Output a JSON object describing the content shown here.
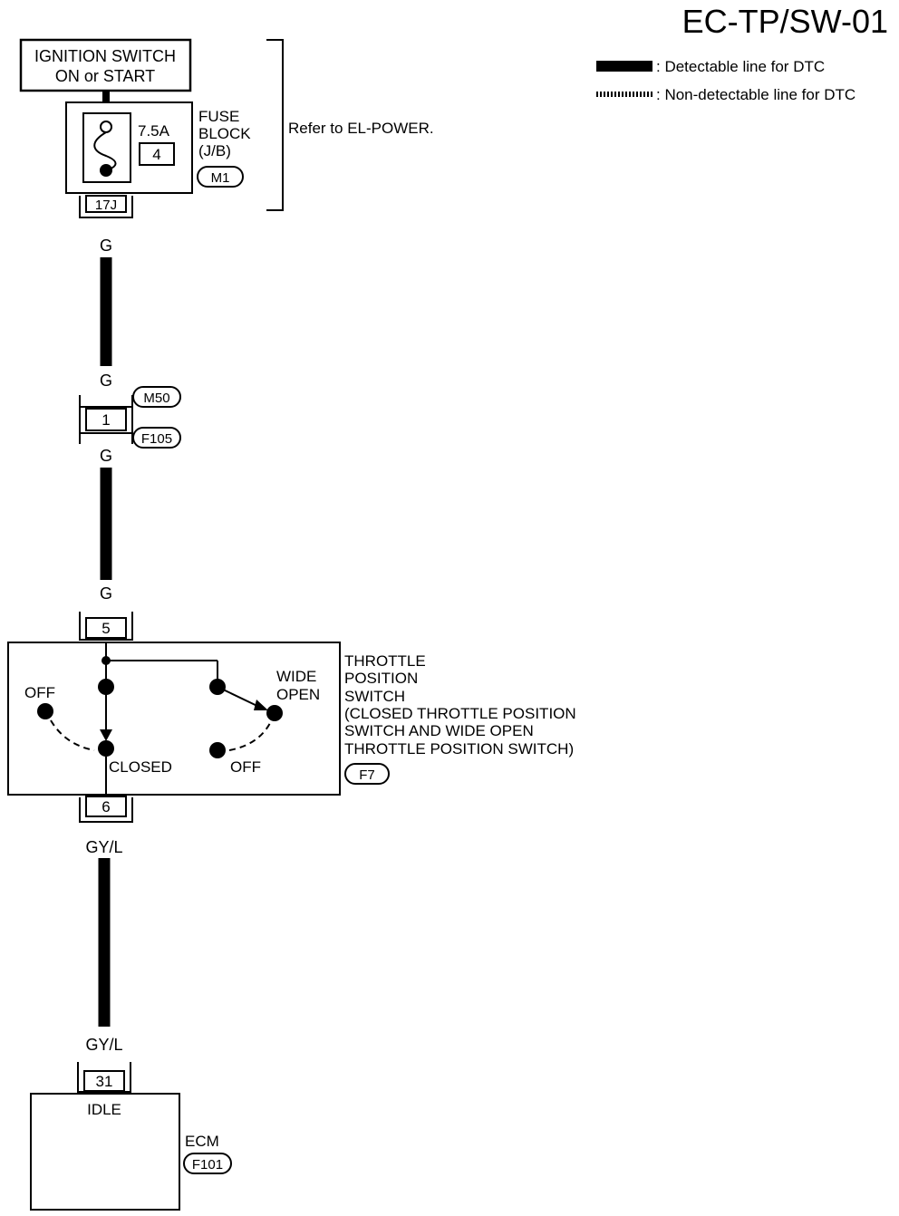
{
  "diagram_id": "EC-TP/SW-01",
  "legend": {
    "detectable": ": Detectable line for DTC",
    "non_detectable": ": Non-detectable line for DTC"
  },
  "power_source": {
    "line1": "IGNITION SWITCH",
    "line2": "ON or START"
  },
  "fuse_block": {
    "rating": "7.5A",
    "fuse_number": "4",
    "label1": "FUSE",
    "label2": "BLOCK",
    "label3": "(J/B)",
    "connector": "M1",
    "terminal": "17J"
  },
  "refer_note": "Refer to EL-POWER.",
  "wires": {
    "fuse_to_joint": "G",
    "joint_to_switch": "G",
    "switch_to_ecm": "GY/L"
  },
  "joint_connector": {
    "terminal": "1",
    "connector_top": "M50",
    "connector_bottom": "F105"
  },
  "throttle_switch": {
    "terminal_in": "5",
    "terminal_out": "6",
    "off_left": "OFF",
    "wide": "WIDE",
    "open": "OPEN",
    "closed": "CLOSED",
    "off_right": "OFF",
    "name_lines": [
      "THROTTLE",
      "POSITION",
      "SWITCH",
      "(CLOSED THROTTLE POSITION",
      "SWITCH AND WIDE OPEN",
      "THROTTLE POSITION SWITCH)"
    ],
    "connector": "F7"
  },
  "ecm": {
    "terminal": "31",
    "terminal_name": "IDLE",
    "label": "ECM",
    "connector": "F101"
  }
}
